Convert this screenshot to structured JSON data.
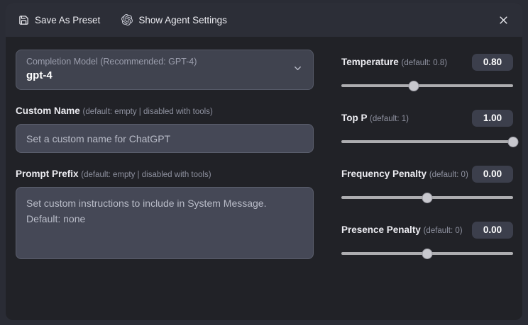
{
  "header": {
    "save_preset_label": "Save As Preset",
    "save_preset_icon": "floppy-disk-icon",
    "agent_settings_label": "Show Agent Settings",
    "agent_settings_icon": "openai-logo-icon",
    "close_icon": "close-icon"
  },
  "model_select": {
    "label": "Completion Model (Recommended: GPT-4)",
    "value": "gpt-4",
    "chevron_icon": "chevron-down-icon"
  },
  "custom_name": {
    "label": "Custom Name",
    "hint": "(default: empty | disabled with tools)",
    "value": "",
    "placeholder": "Set a custom name for ChatGPT"
  },
  "prompt_prefix": {
    "label": "Prompt Prefix",
    "hint": "(default: empty | disabled with tools)",
    "value": "",
    "placeholder": "Set custom instructions to include in System Message.\nDefault: none"
  },
  "sliders": [
    {
      "name": "temperature",
      "title": "Temperature",
      "hint": "(default: 0.8)",
      "value": "0.80",
      "percent": 42,
      "min": 0,
      "max": 2
    },
    {
      "name": "top-p",
      "title": "Top P",
      "hint": "(default: 1)",
      "value": "1.00",
      "percent": 100,
      "min": 0,
      "max": 1
    },
    {
      "name": "frequency-penalty",
      "title": "Frequency Penalty",
      "hint": "(default: 0)",
      "value": "0.00",
      "percent": 50,
      "min": -2,
      "max": 2
    },
    {
      "name": "presence-penalty",
      "title": "Presence Penalty",
      "hint": "(default: 0)",
      "value": "0.00",
      "percent": 50,
      "min": -2,
      "max": 2
    }
  ],
  "colors": {
    "panel_bg": "#212227",
    "header_bg": "#2c2e37",
    "input_bg": "#454856",
    "badge_bg": "#3c3f4c",
    "text_primary": "#ececf1",
    "text_muted": "#8e919f"
  }
}
